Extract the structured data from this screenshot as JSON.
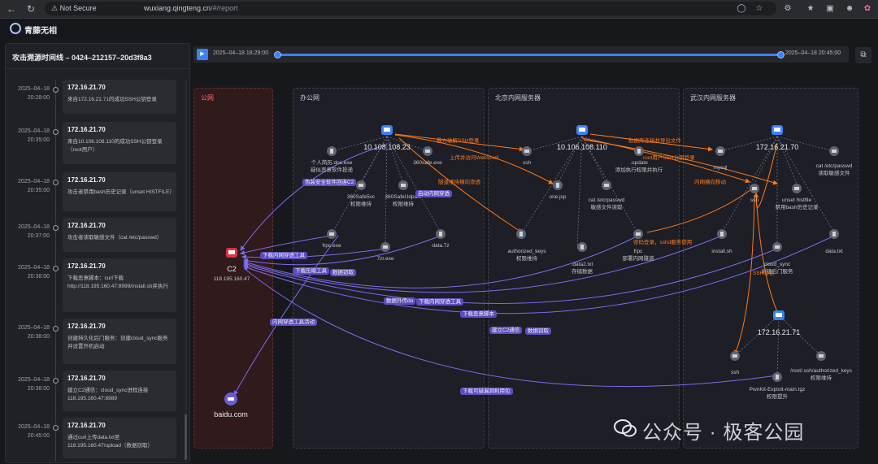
{
  "browser": {
    "security": "Not Secure",
    "url_host": "wuxiang.qingteng.cn",
    "url_path": "/#/report"
  },
  "app": {
    "name": "青藤无相"
  },
  "left_panel": {
    "title": "攻击溯源时间线 – 0424–212157–20d3f8a3",
    "items": [
      {
        "date": "2025–04–18",
        "time": "20:28:00",
        "ip": "172.16.21.70",
        "desc": "来自172.16.21.71的成功SSH公钥登录"
      },
      {
        "date": "2025–04–18",
        "time": "20:35:00",
        "ip": "172.16.21.70",
        "desc": "来自10.106.108.110的成功SSH公钥登录（root用户）"
      },
      {
        "date": "2025–04–18",
        "time": "20:35:00",
        "ip": "172.16.21.70",
        "desc": "攻击者禁用bash历史记录（unset HISTFILE）"
      },
      {
        "date": "2025–04–18",
        "time": "20:37:00",
        "ip": "172.16.21.70",
        "desc": "攻击者读取敏感文件（cat /etc/passwd）"
      },
      {
        "date": "2025–04–18",
        "time": "20:38:00",
        "ip": "172.16.21.70",
        "desc": "下载恶意脚本：curl下载 http://118.195.160.47:8999/install.sh并执行"
      },
      {
        "date": "2025–04–18",
        "time": "20:38:00",
        "ip": "172.16.21.70",
        "desc": "创建持久化后门服务：创建cloud_sync服务并设置开机启动"
      },
      {
        "date": "2025–04–18",
        "time": "20:38:00",
        "ip": "172.16.21.70",
        "desc": "建立C2通信：cloud_sync进程连接118.195.160.47:8989"
      },
      {
        "date": "2025–04–18",
        "time": "20:45:00",
        "ip": "172.16.21.70",
        "desc": "通过curl上传data.txt至118.195.160.47/upload（数据窃取）"
      }
    ]
  },
  "timeline": {
    "start": "2025–04–18 18:29:00",
    "end": "2025–04–18 20:45:00"
  },
  "zones": {
    "public": "公网",
    "office": "办公网",
    "beijing": "北京内网服务器",
    "wuhan": "武汉内网服务器"
  },
  "hosts": {
    "c2": {
      "name": "C2",
      "ip": "118.195.160.47"
    },
    "baidu": {
      "name": "baidu.com"
    },
    "office": "10.108.108.23",
    "beijing": "10.106.108.110",
    "wuhan1": "172.16.21.70",
    "wuhan2": "172.16.21.71"
  },
  "nodes": {
    "resume": "个人简历.doc.exe\n疑似恶意软件投递",
    "safe360": "360safe.exe",
    "safe5vc": "360Safe5vc\n权限维持",
    "safeUpdate": "360SafeUdpate\n权限维持",
    "frpc_office": "frpc.exe",
    "zr": "7zr.exe",
    "data7z": "data.7z",
    "ssh_bj": "ssh",
    "onejsp": "one.jsp",
    "update": ".update\n添加执行权限并执行",
    "catpasswd_bj": "cat /etc/passwd\n敏感文件读取",
    "authkeys_bj": "authorized_keys\n权限维持",
    "data2": ".data2.txt\n存储数据",
    "frpc_bj": "frpc\n部署内网隧道",
    "mysql": "mysql",
    "ssh_wh": "ssh",
    "catpasswd_wh": "cat /etc/passwd\n读取敏感文件",
    "unset": "unset histfile\n禁用bash历史记录",
    "install": "install.sh",
    "cloudsync": "cloud_sync\n创建后门服务",
    "datatxt": "data.txt",
    "ssh_wh2": "ssh",
    "rootkeys": "/root/.ssh/authorized_keys\n权限维持",
    "pwnkit": "PwnKit-Exploit-main.tgz\n权限提升"
  },
  "edges": {
    "brute_ssh": "暴力破解SSH登录",
    "upload_webshell": "上传并访问WebShell",
    "lateral": "隧道维持横向渗透",
    "db_export": "数据库连接并导出文件",
    "root_ssh": "root用户SSH公钥登录",
    "internal_move": "内网横向移动",
    "pw_login": "密码登录，sshd服务使用",
    "ssh_pub": "SSH公钥",
    "disguise": "伪装安全软件回连C2",
    "start_tunnel": "启动内网穿透",
    "dl_tunnel": "下载内网穿透工具",
    "dl_zip": "下载压缩工具",
    "data_steal": "数据窃取",
    "data_exfil": "数据外传do",
    "dl_tunnel2": "下载内网穿透工具",
    "dl_script": "下载恶意脚本",
    "build_c2": "建立C2通信",
    "data_steal2": "数据窃取",
    "tunnel_act": "内网穿透工具活动",
    "dl_vuln": "下载可疑漏洞利用包"
  },
  "watermark": "公众号 · 极客公园",
  "colors": {
    "accent": "#3b82f6",
    "danger": "#e0323c",
    "c2_zone": "#3a1f1f",
    "orange": "#ff7a1a",
    "purple": "#7b6cf0"
  }
}
